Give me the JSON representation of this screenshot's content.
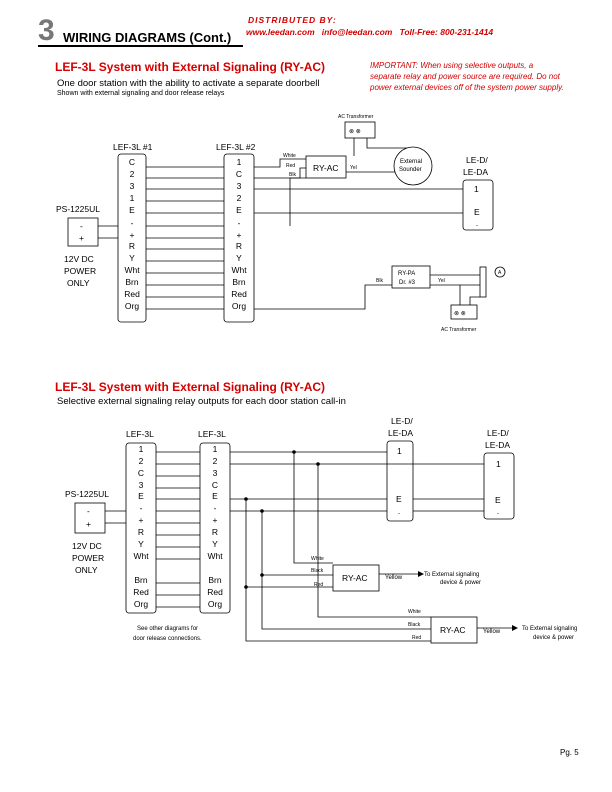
{
  "header": {
    "section_number": "3",
    "title": "WIRING DIAGRAMS (Cont.)",
    "distributor_line1": "DISTRIBUTED BY:",
    "distributor_line2": "www.leedan.com   info@leedan.com   Toll-Free: 800-231-1414"
  },
  "section1": {
    "title": "LEF-3L System with External Signaling (RY-AC)",
    "subtitle": "One door station with the ability  to activate a separate doorbell",
    "note": "Shown with external signaling and door release relays",
    "important": "IMPORTANT: When using selective outputs, a separate relay and power source are required. Do not power external devices off of the system power supply."
  },
  "section2": {
    "title": "LEF-3L System with External Signaling (RY-AC)",
    "subtitle": "Selective external signaling relay outputs for each door station call-in"
  },
  "diagram1": {
    "master1_label": "LEF-3L #1",
    "master2_label": "LEF-3L #2",
    "master_terminals": [
      "C",
      "2",
      "3",
      "1",
      "E",
      "-",
      "+",
      "R",
      "Y",
      "Wht",
      "Brn",
      "Red",
      "Org"
    ],
    "master2_terminals": [
      "1",
      "C",
      "3",
      "2",
      "E",
      "-",
      "+",
      "R",
      "Y",
      "Wht",
      "Brn",
      "Red",
      "Org"
    ],
    "psu_label": "PS-1225UL",
    "psu_terminals": [
      "-",
      "+"
    ],
    "power_caption": [
      "12V DC",
      "POWER",
      "ONLY"
    ],
    "ac_transformer_top": "AC Transformer",
    "ac_transformer_bottom": "AC Transformer",
    "ry_ac": "RY-AC",
    "wire_white": "White",
    "wire_red": "Red",
    "wire_blk": "Blk",
    "wire_yel": "Yel",
    "sounder": [
      "External",
      "Sounder"
    ],
    "door_station_label": [
      "LE-D/",
      "LE-DA"
    ],
    "door_station_terminals": [
      "1",
      "E",
      "-"
    ],
    "ry_pa": [
      "RY-PA",
      "Dr. #3"
    ],
    "strike_label": "A"
  },
  "diagram2": {
    "master1_label": "LEF-3L",
    "master2_label": "LEF-3L",
    "master1_terminals": [
      "1",
      "2",
      "C",
      "3",
      "E",
      "-",
      "+",
      "R",
      "Y",
      "Wht",
      "Brn",
      "Red",
      "Org"
    ],
    "master2_terminals": [
      "1",
      "2",
      "3",
      "C",
      "E",
      "-",
      "+",
      "R",
      "Y",
      "Wht",
      "Brn",
      "Red",
      "Org"
    ],
    "psu_label": "PS-1225UL",
    "psu_terminals": [
      "-",
      "+"
    ],
    "power_caption": [
      "12V DC",
      "POWER",
      "ONLY"
    ],
    "door1_label": [
      "LE-D/",
      "LE-DA"
    ],
    "door2_label": [
      "LE-D/",
      "LE-DA"
    ],
    "door_terminals": [
      "1",
      "E",
      "-"
    ],
    "ry_ac": "RY-AC",
    "wire_white": "White",
    "wire_black": "Black",
    "wire_red": "Red",
    "wire_yellow": "Yellow",
    "external_output": [
      "To External signaling",
      "device & power"
    ],
    "see_other": [
      "See other diagrams for",
      "door release connections."
    ]
  },
  "footer": {
    "page": "Pg. 5"
  }
}
